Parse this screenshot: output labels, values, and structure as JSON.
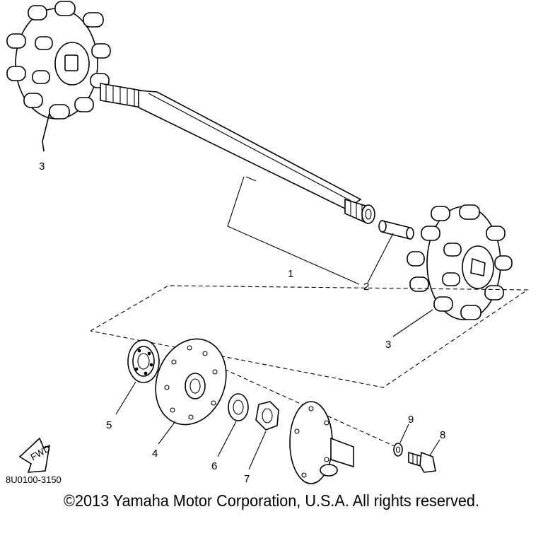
{
  "diagram": {
    "callouts": {
      "shaft": "1",
      "pin": "2",
      "sprocket_left": "3",
      "sprocket_right": "3",
      "plate": "4",
      "bearing": "5",
      "washer": "6",
      "nut": "7",
      "bolt": "8",
      "lock_washer": "9"
    },
    "fwd_label": "FWD",
    "drawing_code": "8U0100-3150",
    "copyright": "©2013 Yamaha Motor Corporation, U.S.A. All rights reserved."
  }
}
